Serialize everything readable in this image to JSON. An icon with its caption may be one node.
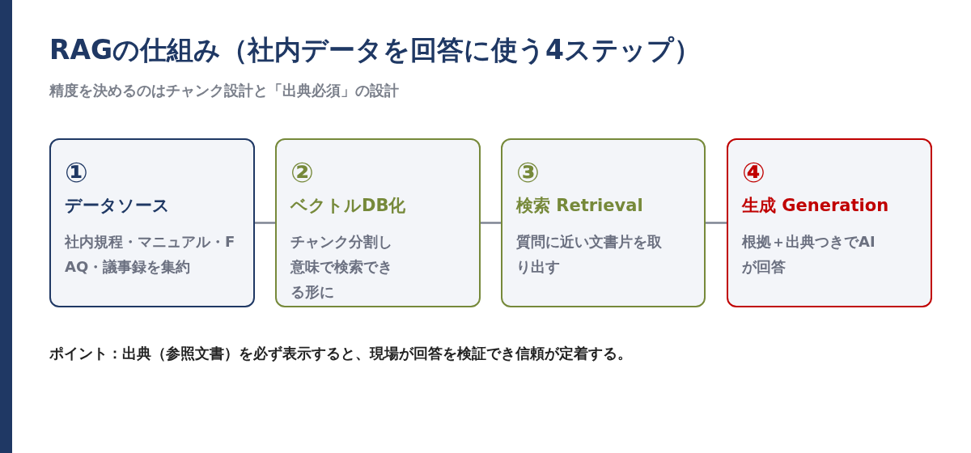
{
  "diagram": {
    "title": "RAGの仕組み（社内データを回答に使う4ステップ）",
    "nodes": [
      {
        "text": [
          "①",
          "データソース",
          "社内規程・マニュアル・FAQ・議事録を集約"
        ]
      },
      {
        "text": [
          "②",
          "ベクトルDB化",
          "チャンク分割し意味で検索できる形に"
        ]
      },
      {
        "text": [
          "③",
          "検索 Retrieval",
          "質問に近い文書片を取り出す"
        ]
      },
      {
        "text": [
          "④",
          "生成 Generation",
          "根拠＋出典つきでAIが回答"
        ]
      }
    ],
    "edges": [
      {
        "from": 0,
        "to": 1,
        "arrow": "none"
      },
      {
        "from": 1,
        "to": 2,
        "arrow": "none"
      },
      {
        "from": 2,
        "to": 3,
        "arrow": "none"
      }
    ],
    "labels": [
      "精度を決めるのはチャンク設計と「出典必須」の設計",
      "ポイント：出典（参照文書）を必ず表示すると、現場が回答を検証でき信頼が定着する。"
    ]
  }
}
